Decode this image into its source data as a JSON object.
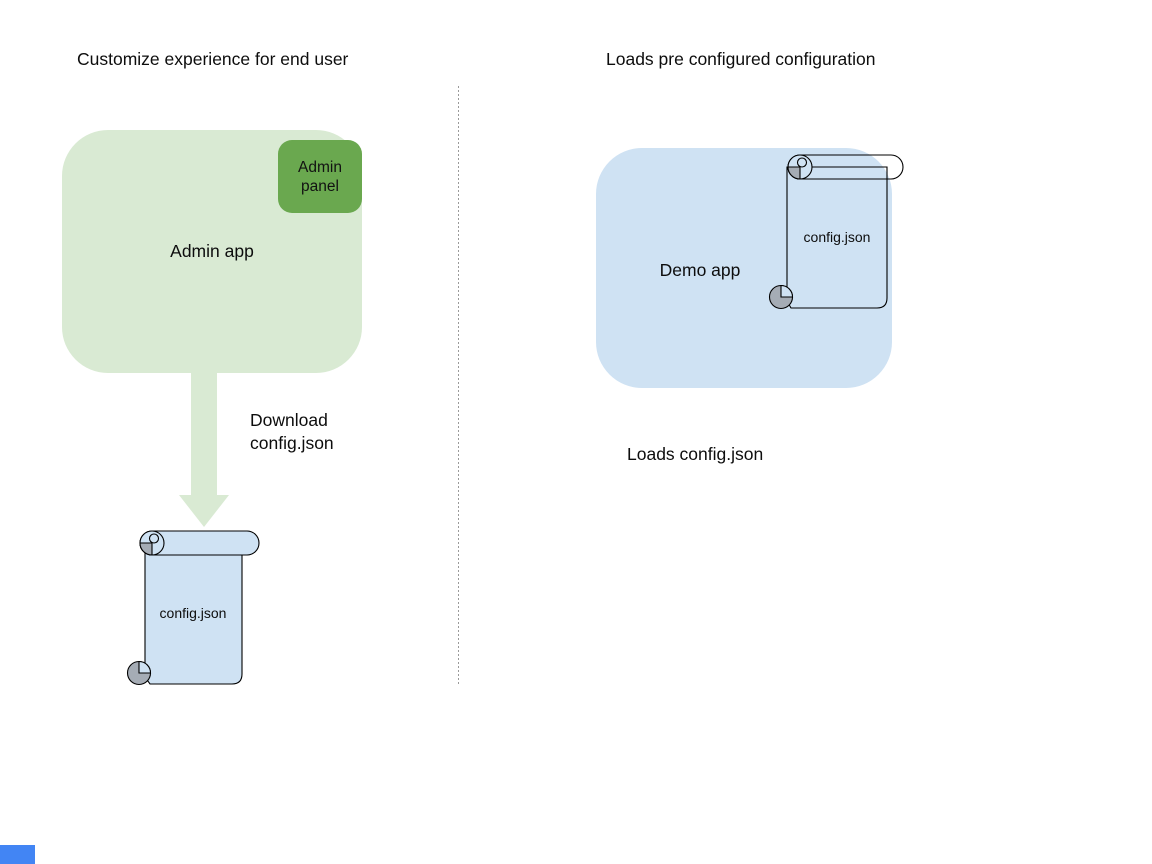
{
  "page": {
    "background": "#ffffff"
  },
  "colors": {
    "light_green": "#d9ead3",
    "dark_green": "#6aa84f",
    "light_blue": "#cfe2f3",
    "curl_gray": "#a5acb5",
    "outline_black": "#000000",
    "divider_gray": "#9a9a9a",
    "corner_blue": "#4285f4",
    "text": "#0d0d0d"
  },
  "left": {
    "title": "Customize experience for end user",
    "admin_app": {
      "label": "Admin app"
    },
    "admin_panel": {
      "label": "Admin panel"
    },
    "download_caption": "Download config.json",
    "config_file": {
      "label": "config.json"
    }
  },
  "right": {
    "title": "Loads pre configured configuration",
    "demo_app": {
      "label": "Demo app"
    },
    "config_file": {
      "label": "config.json"
    },
    "caption": "Loads config.json"
  }
}
